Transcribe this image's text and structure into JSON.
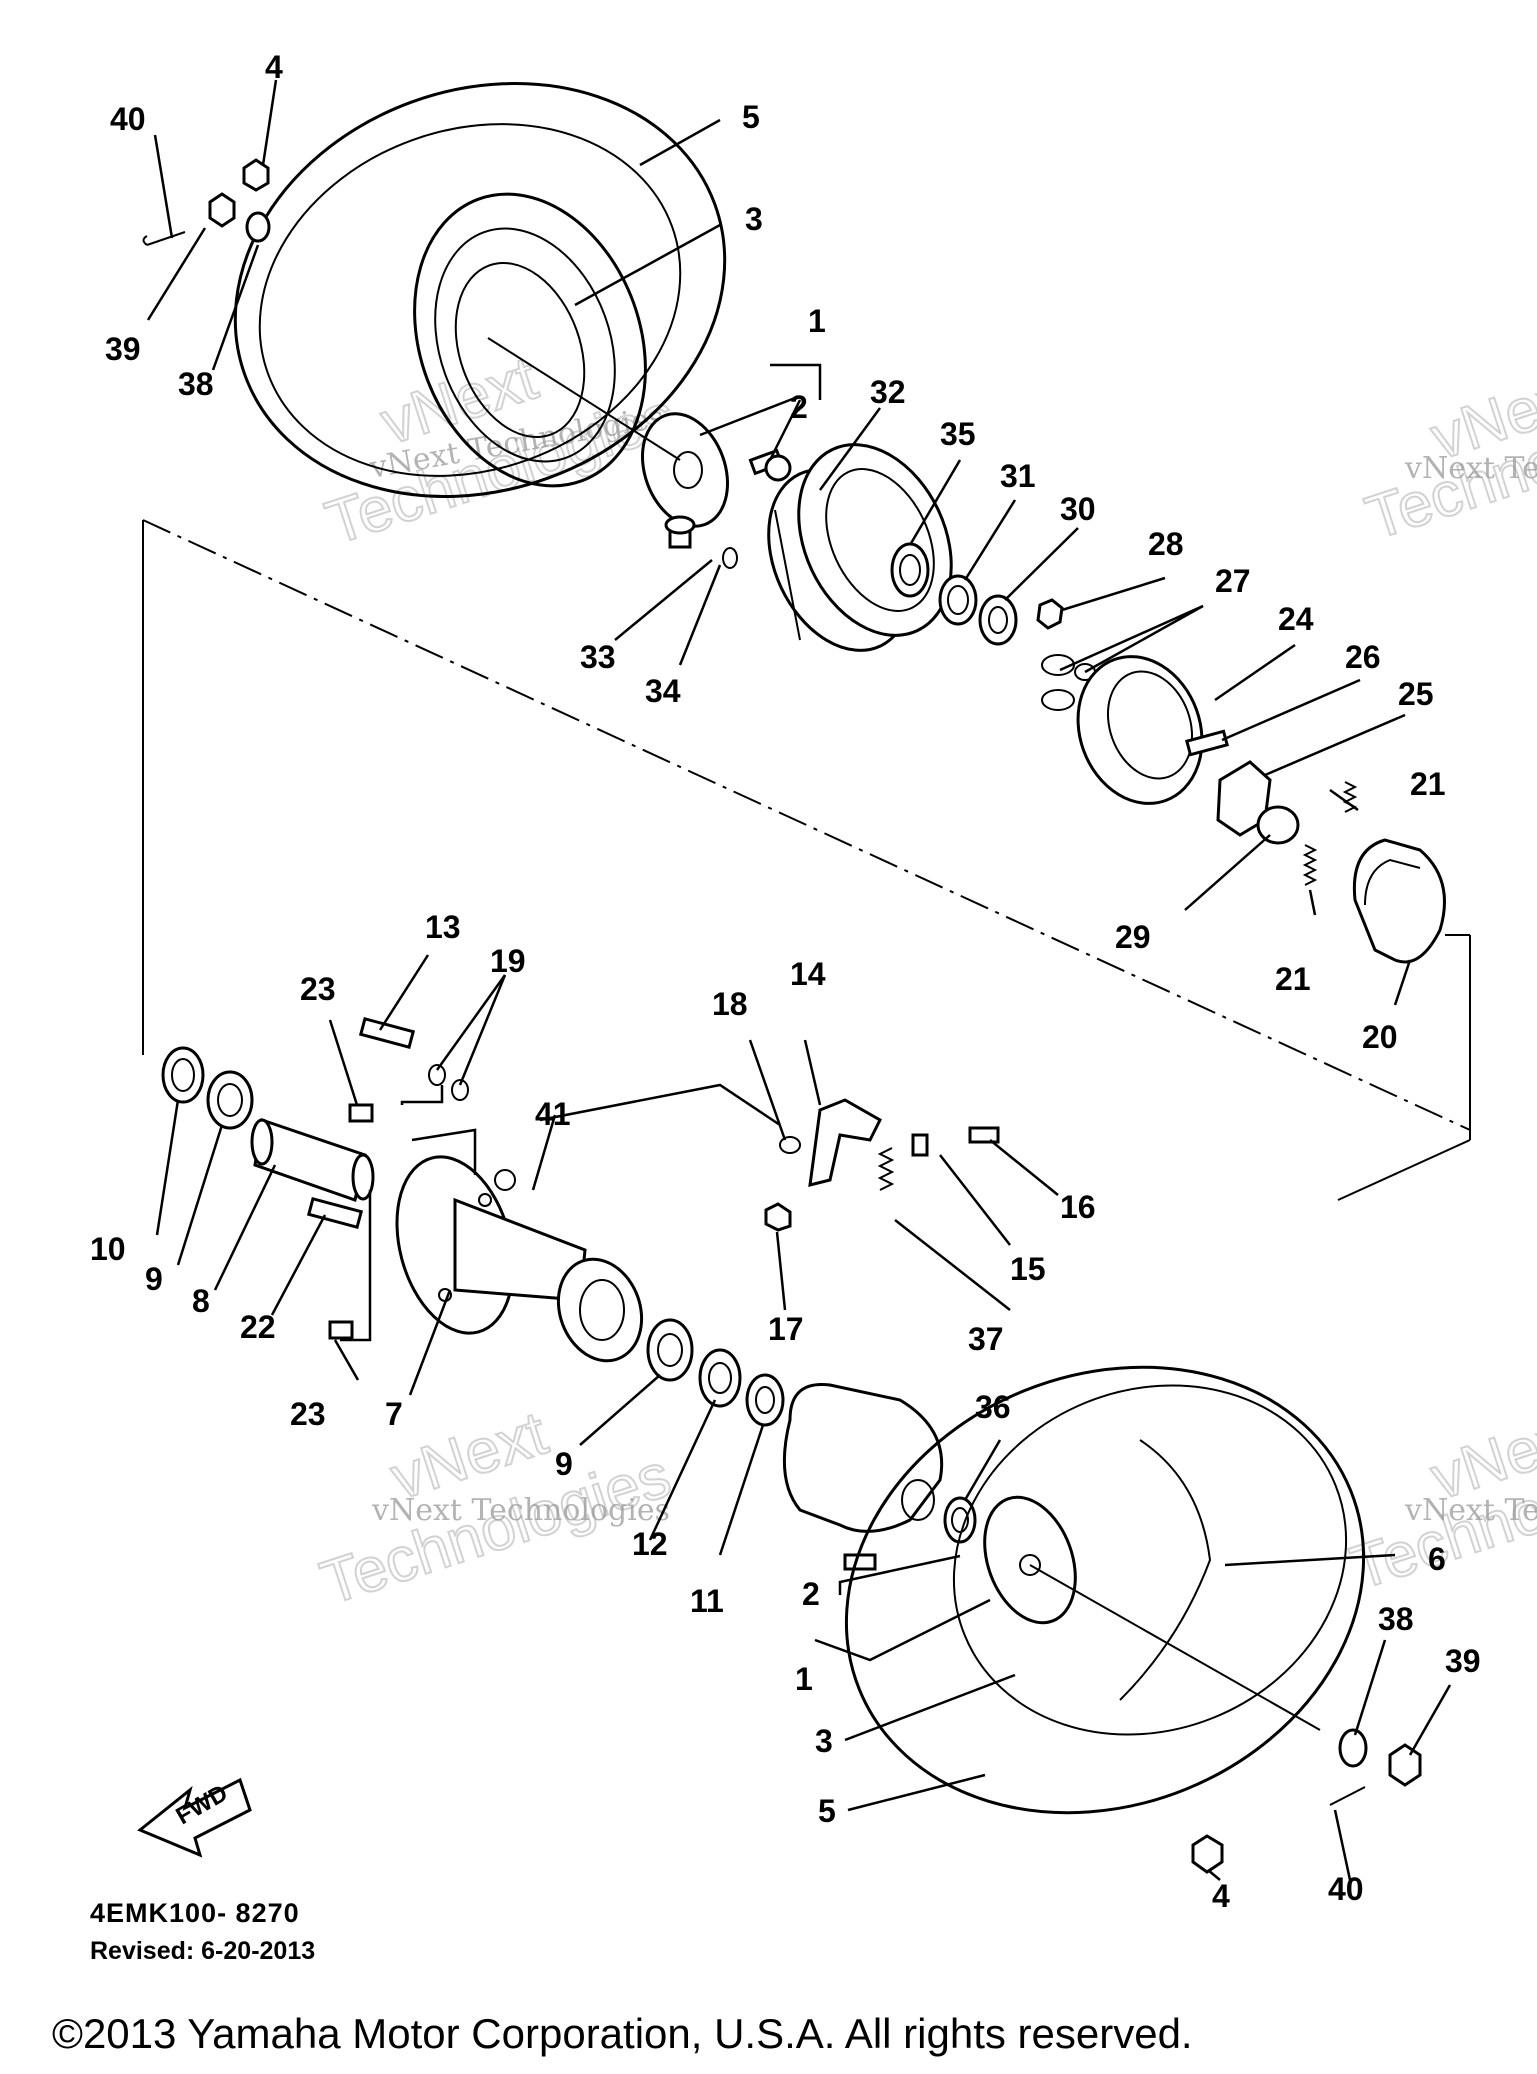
{
  "diagram": {
    "callouts": {
      "c40a": "40",
      "c4a": "4",
      "c5a": "5",
      "c3a": "3",
      "c39a": "39",
      "c38a": "38",
      "c1a": "1",
      "c2a": "2",
      "c32": "32",
      "c35": "35",
      "c31": "31",
      "c30": "30",
      "c28": "28",
      "c27": "27",
      "c24": "24",
      "c26": "26",
      "c25": "25",
      "c33": "33",
      "c34": "34",
      "c21a": "21",
      "c21b": "21",
      "c29": "29",
      "c20": "20",
      "c13": "13",
      "c19": "19",
      "c23a": "23",
      "c18": "18",
      "c14": "14",
      "c41": "41",
      "c10": "10",
      "c9a": "9",
      "c8": "8",
      "c22": "22",
      "c16": "16",
      "c15": "15",
      "c17": "17",
      "c37": "37",
      "c23b": "23",
      "c7": "7",
      "c9b": "9",
      "c36": "36",
      "c12": "12",
      "c11": "11",
      "c2b": "2",
      "c6": "6",
      "c38b": "38",
      "c39b": "39",
      "c1b": "1",
      "c3b": "3",
      "c5b": "5",
      "c4b": "4",
      "c40b": "40"
    },
    "fwd_label": "FWD",
    "watermark_small": "vNext Technologies",
    "watermark_big_1": "vNext",
    "watermark_big_2": "Technologies"
  },
  "footer": {
    "part_code": "4EMK100- 8270",
    "revised": "Revised: 6-20-2013",
    "copyright": "©2013 Yamaha Motor Corporation, U.S.A. All rights reserved."
  }
}
